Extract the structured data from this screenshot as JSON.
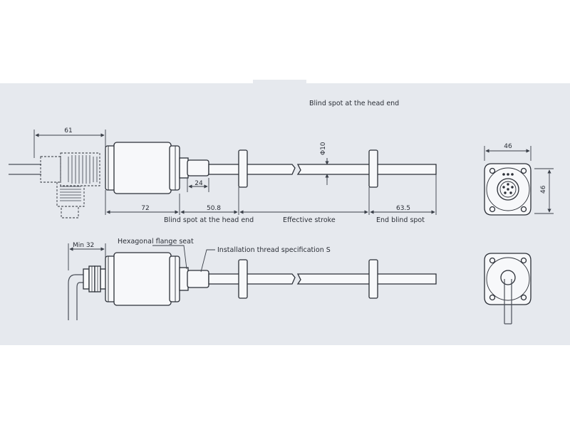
{
  "colors": {
    "background_band": "#e6e9ee",
    "line": "#2b2f37",
    "text": "#2a2e36"
  },
  "labels": {
    "blind_spot_head_top": "Blind spot at the head end",
    "dim_61": "61",
    "dim_phi10": "Φ10",
    "dim_24": "24",
    "dim_72": "72",
    "dim_50_8": "50.8",
    "dim_63_5": "63.5",
    "blind_spot_head": "Blind spot at the head end",
    "effective_stroke": "Effective stroke",
    "end_blind_spot": "End blind spot",
    "dim_46_width": "46",
    "dim_46_height": "46",
    "dim_min32": "Min 32",
    "hex_flange_seat": "Hexagonal flange seat",
    "install_thread": "Installation thread specification S"
  }
}
